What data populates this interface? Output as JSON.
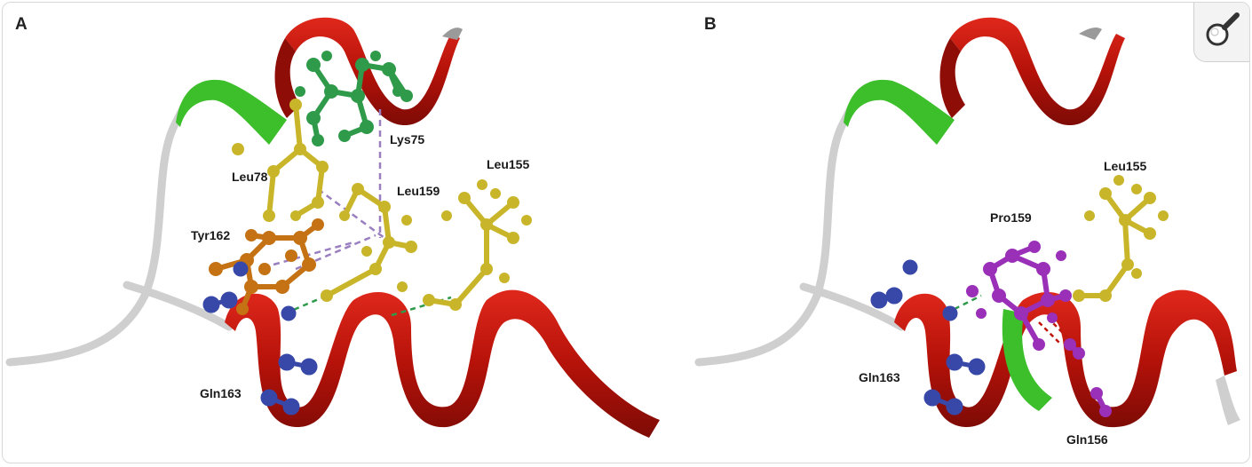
{
  "panels": {
    "a": {
      "letter": "A",
      "labels": {
        "lys75": "Lys75",
        "leu78": "Leu78",
        "leu159": "Leu159",
        "leu155": "Leu155",
        "tyr162": "Tyr162",
        "gln163": "Gln163"
      }
    },
    "b": {
      "letter": "B",
      "labels": {
        "leu155": "Leu155",
        "pro159": "Pro159",
        "gln163": "Gln163",
        "gln156": "Gln156"
      }
    }
  },
  "colors": {
    "helix": "#c0150d",
    "helix_dark": "#7e0b06",
    "coil": "#d0d0d0",
    "strand": "#3cbf2a",
    "lys": "#2f9a4a",
    "leu": "#c9b52a",
    "tyr": "#c47214",
    "gln": "#3848a8",
    "pro": "#9a2fb8",
    "hbond": "#2f9a4a",
    "hydrophobic": "#9a7fc0"
  },
  "icons": {
    "zoom": "magnifier-icon"
  }
}
